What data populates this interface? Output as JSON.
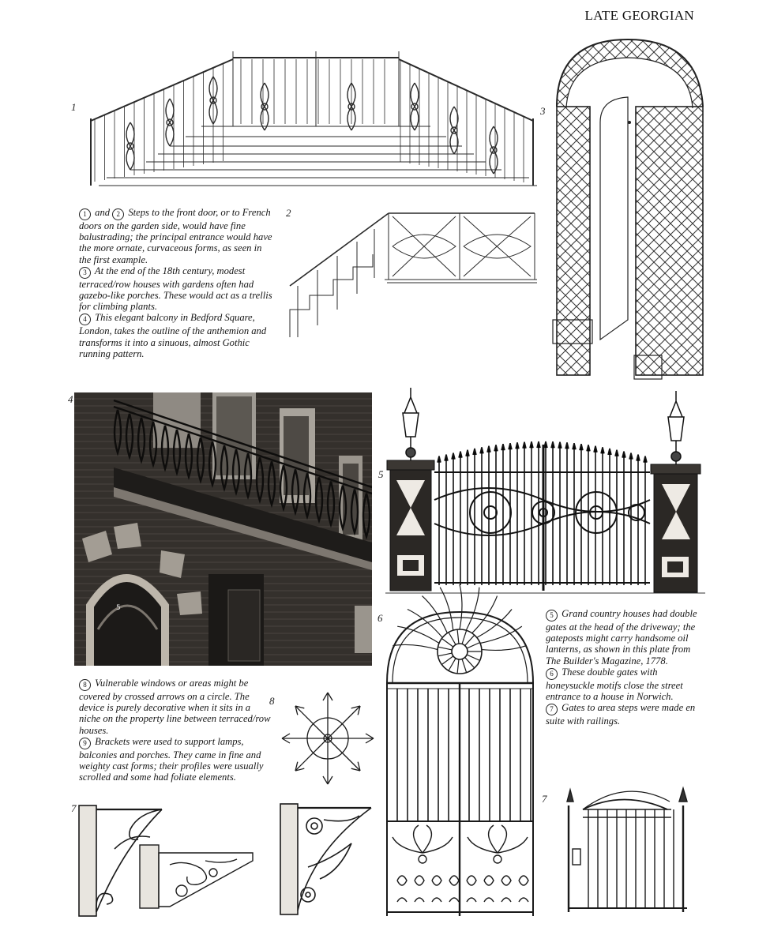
{
  "header": {
    "title": "LATE GEORGIAN"
  },
  "figures": {
    "n1": "1",
    "n2": "2",
    "n3": "3",
    "n4": "4",
    "n5": "5",
    "n6": "6",
    "n7a": "7",
    "n7b": "7",
    "n8": "8"
  },
  "photo_door_number": "5",
  "captions": {
    "top": [
      {
        "num": "1",
        "text": "and"
      },
      {
        "num": "2",
        "text": "Steps to the front door, or to French doors on the garden side, would have fine balustrading; the principal entrance would have the more ornate, curvaceous forms, as seen in the first example."
      },
      {
        "num": "3",
        "text": "At the end of the 18th century, modest terraced/row houses with gardens often had gazebo-like porches. These would act as a trellis for climbing plants."
      },
      {
        "num": "4",
        "text": "This elegant balcony in Bedford Square, London, takes the outline of the anthemion and transforms it into a sinuous, almost Gothic running pattern."
      }
    ],
    "right": [
      {
        "num": "5",
        "text": "Grand country houses had double gates at the head of the driveway; the gateposts might carry handsome oil lanterns, as shown in this plate from The Builder's Magazine, 1778."
      },
      {
        "num": "6",
        "text": "These double gates with honeysuckle motifs close the street entrance to a house in Norwich."
      },
      {
        "num": "7",
        "text": "Gates to area steps were made en suite with railings."
      }
    ],
    "left": [
      {
        "num": "8",
        "text": "Vulnerable windows or areas might be covered by crossed arrows on a circle. The device is purely decorative when it sits in a niche on the property line between terraced/row houses."
      },
      {
        "num": "9",
        "text": "Brackets were used to support lamps, balconies and porches. They came in fine and weighty cast forms; their profiles were usually scrolled and some had foliate elements."
      }
    ]
  }
}
